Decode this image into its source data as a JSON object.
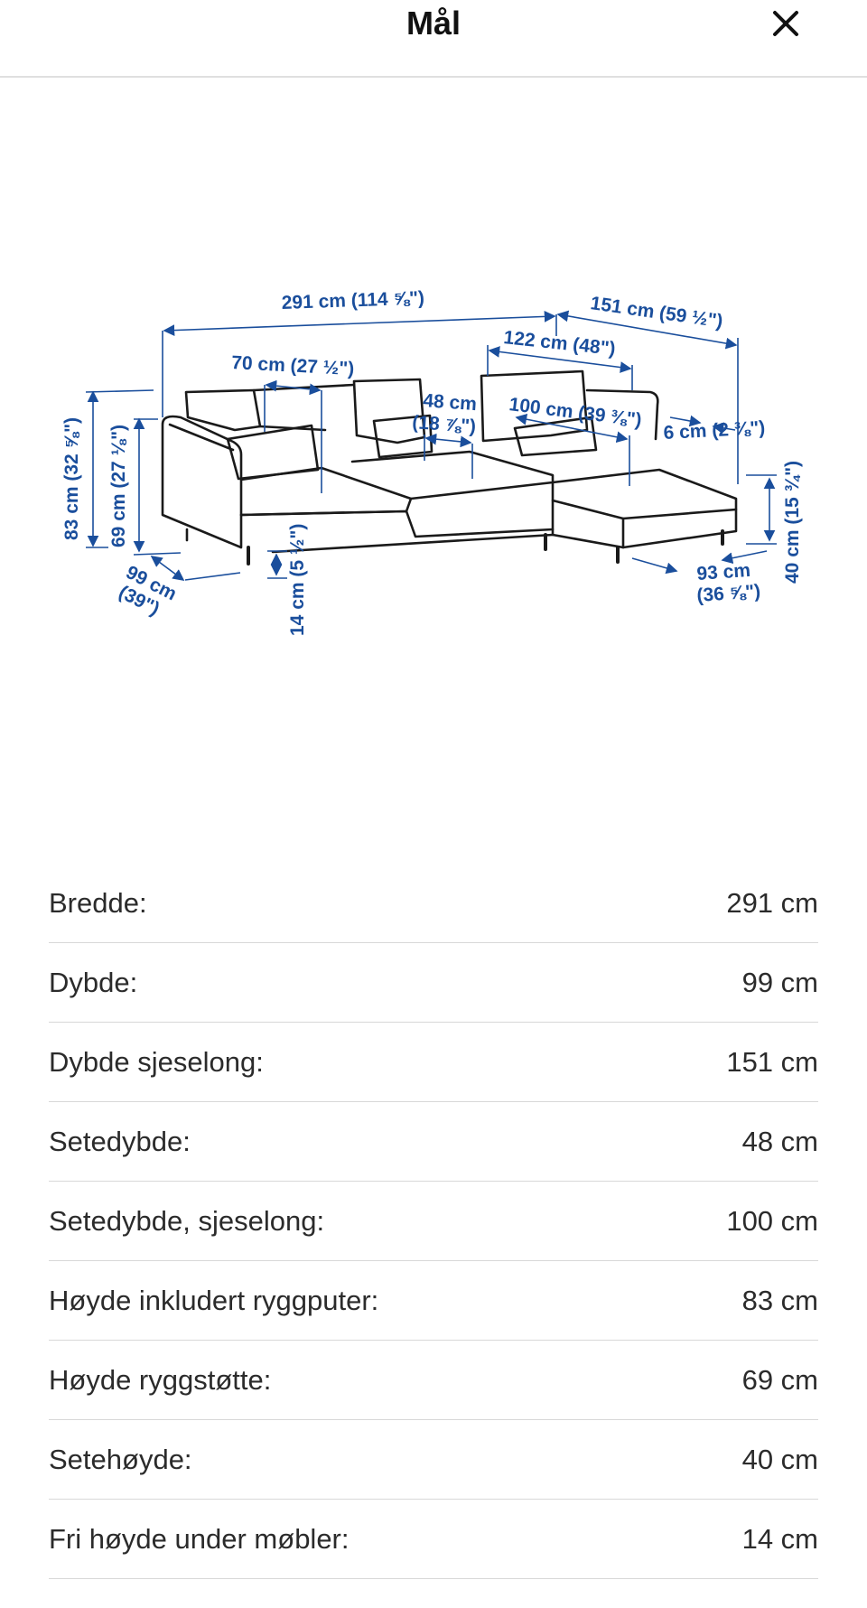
{
  "header": {
    "title": "Mål",
    "close_icon": "close-icon"
  },
  "diagram": {
    "labels": {
      "width_total": "291 cm (114 ⅝\")",
      "chaise_depth": "151 cm (59 ½\")",
      "chaise_width": "122 cm (48\")",
      "back_width": "70 cm (27 ½\")",
      "seat_depth_1": "48 cm",
      "seat_depth_2": "(18 ⅞\")",
      "chaise_seat_depth": "100 cm (39 ⅜\")",
      "arm_width": "6 cm (2 ⅜\")",
      "height_total": "83 cm (32 ⅝\")",
      "back_height": "69 cm (27 ⅛\")",
      "depth_1": "99 cm",
      "depth_2": "(39\")",
      "clearance": "14 cm (5 ½\")",
      "chaise_end_1": "93 cm",
      "chaise_end_2": "(36 ⅝\")",
      "seat_height": "40 cm (15 ¾\")"
    },
    "colors": {
      "dimension": "#1a4e9c",
      "outline": "#1a1a1a"
    }
  },
  "dimensions": [
    {
      "label": "Bredde:",
      "value": "291 cm"
    },
    {
      "label": "Dybde:",
      "value": "99 cm"
    },
    {
      "label": "Dybde sjeselong:",
      "value": "151 cm"
    },
    {
      "label": "Setedybde:",
      "value": "48 cm"
    },
    {
      "label": "Setedybde, sjeselong:",
      "value": "100 cm"
    },
    {
      "label": "Høyde inkludert ryggputer:",
      "value": "83 cm"
    },
    {
      "label": "Høyde ryggstøtte:",
      "value": "69 cm"
    },
    {
      "label": "Setehøyde:",
      "value": "40 cm"
    },
    {
      "label": "Fri høyde under møbler:",
      "value": "14 cm"
    }
  ]
}
